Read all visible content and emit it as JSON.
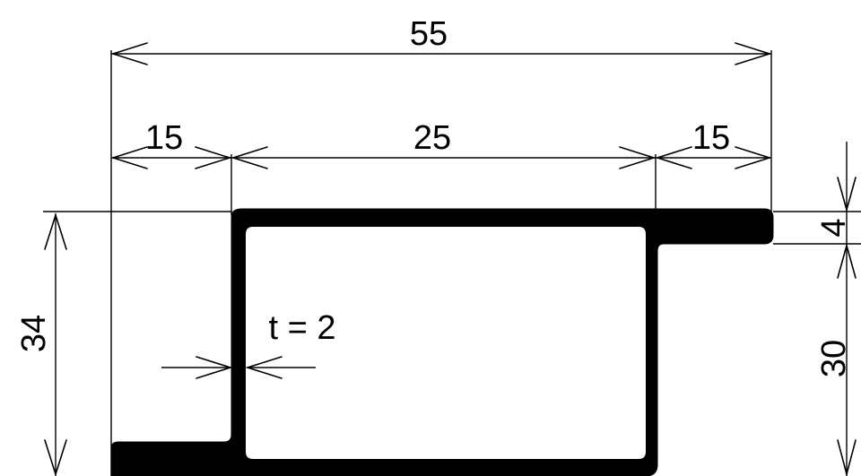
{
  "dimensions": {
    "overall_width": "55",
    "left_flange": "15",
    "middle_width": "25",
    "right_flange": "15",
    "overall_height": "34",
    "top_lip_height": "4",
    "lower_height": "30",
    "thickness": "t = 2"
  },
  "colors": {
    "ink": "#000000",
    "paper": "#ffffff"
  }
}
